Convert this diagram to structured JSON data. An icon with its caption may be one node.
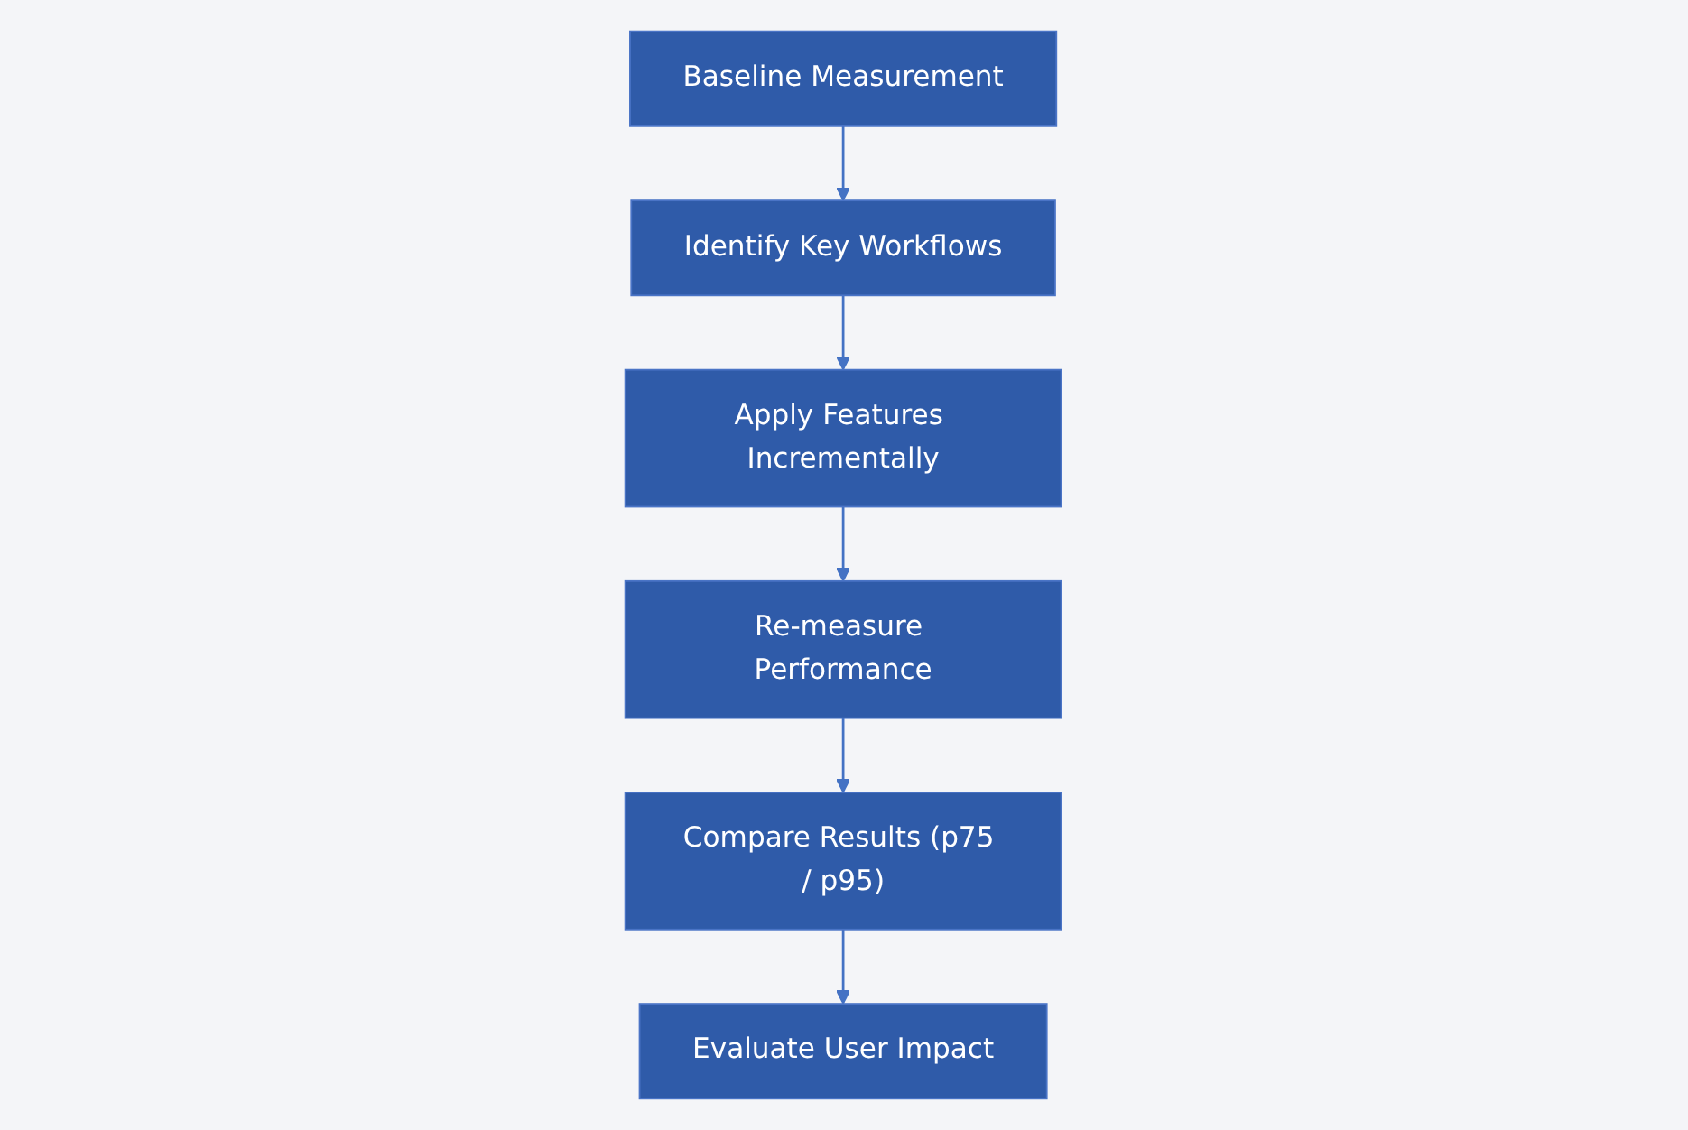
{
  "diagram": {
    "nodes": [
      {
        "text": [
          "Baseline Measurement"
        ]
      },
      {
        "text": [
          "Identify Key Workflows"
        ]
      },
      {
        "text": [
          "Apply Features Incrementally"
        ]
      },
      {
        "text": [
          "Re-measure Performance"
        ]
      },
      {
        "text": [
          "Compare Results (p75 / p95)"
        ]
      },
      {
        "text": [
          "Evaluate User Impact"
        ]
      }
    ],
    "edges": [
      {
        "from": 0,
        "to": 1,
        "arrow": "to"
      },
      {
        "from": 1,
        "to": 2,
        "arrow": "to"
      },
      {
        "from": 2,
        "to": 3,
        "arrow": "to"
      },
      {
        "from": 3,
        "to": 4,
        "arrow": "to"
      },
      {
        "from": 4,
        "to": 5,
        "arrow": "to"
      }
    ]
  }
}
